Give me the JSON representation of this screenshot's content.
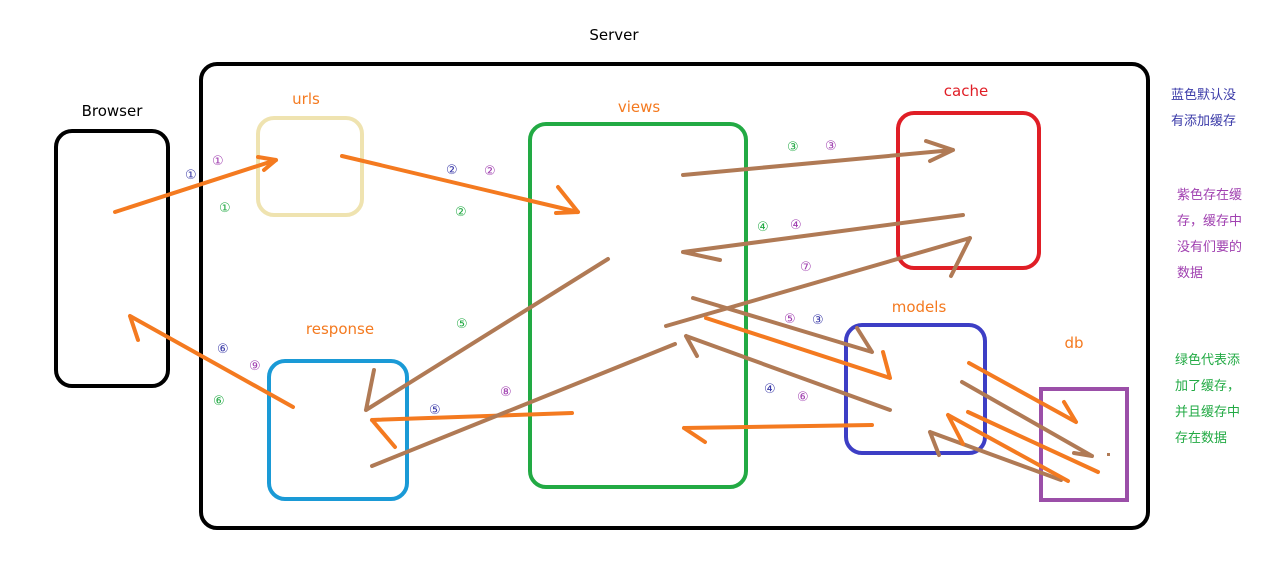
{
  "labels": {
    "server": "Server",
    "browser": "Browser",
    "urls": "urls",
    "views": "views",
    "cache": "cache",
    "response": "response",
    "models": "models",
    "db": "db"
  },
  "colors": {
    "black": "#000000",
    "urls": "#efe3b0",
    "views": "#22aa44",
    "cache": "#e01e26",
    "response": "#1a9ad6",
    "models": "#3d3ec5",
    "db": "#9b4fa8",
    "orange": "#f47a20",
    "brown": "#b07a55",
    "blue_num": "#3a3aa8",
    "purple_num": "#a040b0",
    "green_num": "#22aa44"
  },
  "steps": {
    "one": "①",
    "two": "②",
    "three": "③",
    "four": "④",
    "five": "⑤",
    "six": "⑥",
    "seven": "⑦",
    "eight": "⑧",
    "nine": "⑨"
  },
  "legend": {
    "blue": [
      "蓝色默认没",
      "有添加缓存"
    ],
    "purple": [
      "紫色存在缓",
      "存，缓存中",
      "没有们要的",
      "数据"
    ],
    "green": [
      "绿色代表添",
      "加了缓存，",
      "并且缓存中",
      "存在数据"
    ]
  }
}
